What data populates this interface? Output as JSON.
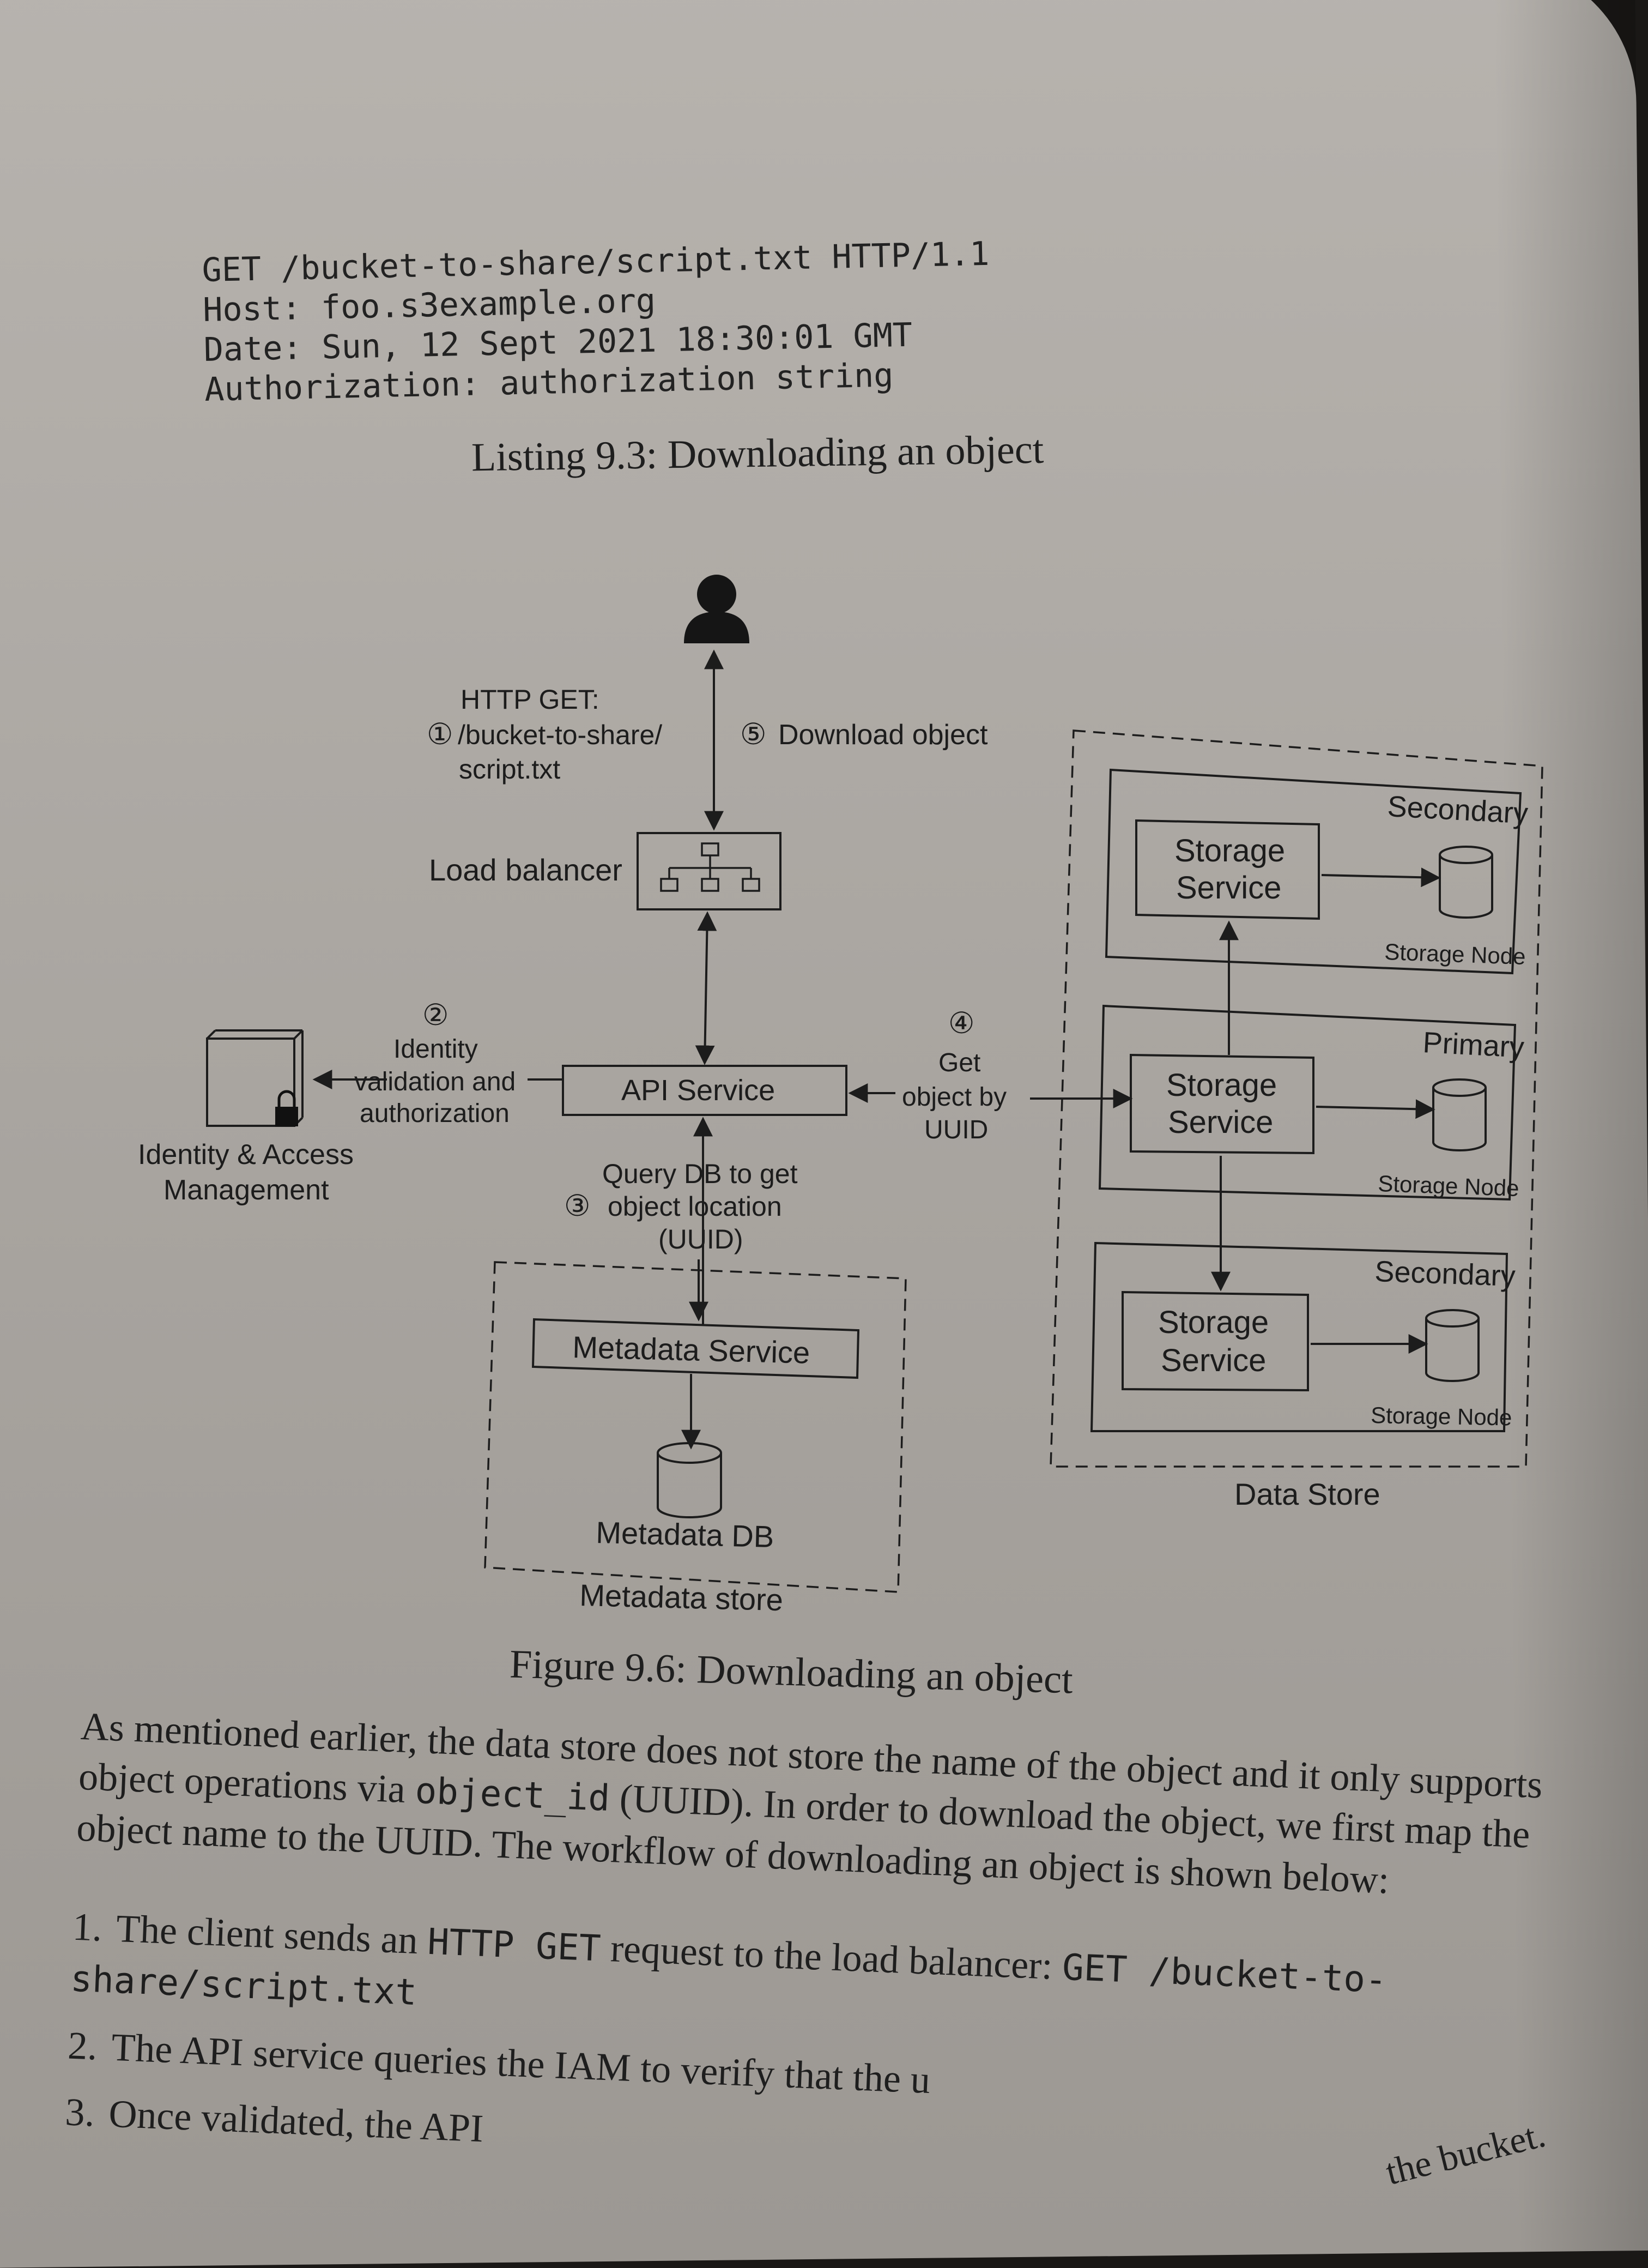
{
  "listing": {
    "code_lines": [
      "GET /bucket-to-share/script.txt HTTP/1.1",
      "Host: foo.s3example.org",
      "Date: Sun, 12 Sept 2021 18:30:01 GMT",
      "Authorization: authorization string"
    ],
    "caption": "Listing 9.3: Downloading an object"
  },
  "diagram": {
    "step1": {
      "num": "①",
      "lines": [
        "HTTP GET:",
        "/bucket-to-share/",
        "script.txt"
      ]
    },
    "step5": {
      "num": "⑤",
      "label": "Download object"
    },
    "load_balancer": "Load balancer",
    "step2": {
      "num": "②",
      "lines": [
        "Identity",
        "validation and",
        "authorization"
      ]
    },
    "iam": [
      "Identity & Access",
      "Management"
    ],
    "api_service": "API Service",
    "step4": {
      "num": "④",
      "lines": [
        "Get",
        "object by",
        "UUID"
      ]
    },
    "step3": {
      "num": "③",
      "lines": [
        "Query DB to get",
        "object location",
        "(UUID)"
      ]
    },
    "metadata_service": "Metadata Service",
    "metadata_db": "Metadata DB",
    "metadata_store": "Metadata store",
    "data_store": "Data Store",
    "storage_service": [
      "Storage",
      "Service"
    ],
    "storage_node": "Storage Node",
    "nodes": [
      {
        "role": "Secondary"
      },
      {
        "role": "Primary"
      },
      {
        "role": "Secondary"
      }
    ]
  },
  "figure_caption": "Figure 9.6: Downloading an object",
  "body": {
    "para_a": "As mentioned earlier, the data store does not store the name of the object and it only supports object operations via ",
    "para_code": "object_id",
    "para_b": " (UUID). In order to download the object, we first map the object name to the UUID. The workflow of downloading an object is shown below:",
    "steps": [
      {
        "num": "1.",
        "a": "The client sends an ",
        "code1": "HTTP GET",
        "b": " request to the load balancer: ",
        "code2": "GET /bucket-to-share/script.txt"
      },
      {
        "num": "2.",
        "a": "The API service queries the IAM to verify that the u"
      },
      {
        "num": "3.",
        "a": "Once validated, the API"
      }
    ],
    "fragment": "the bucket."
  }
}
